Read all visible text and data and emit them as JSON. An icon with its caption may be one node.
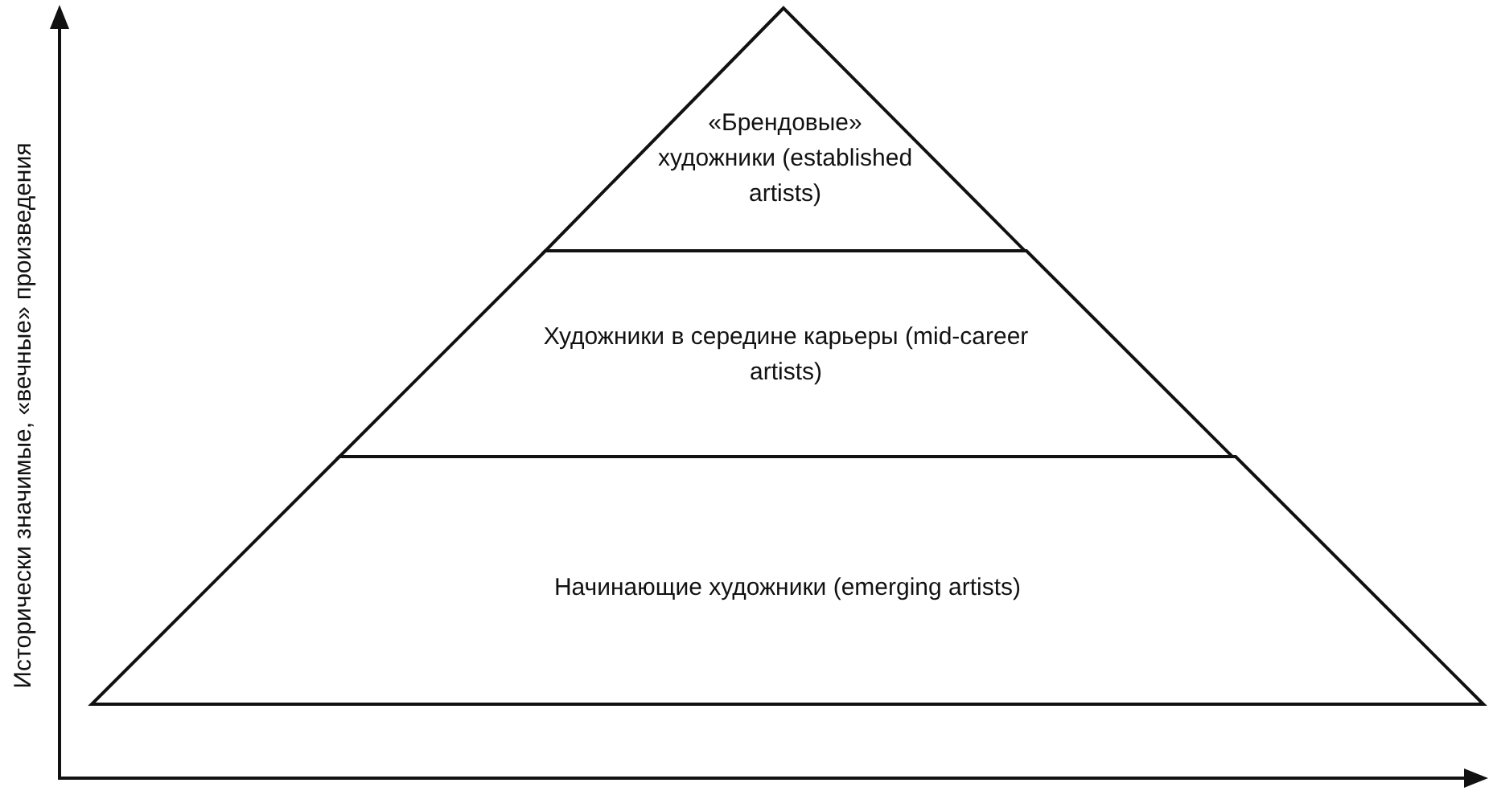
{
  "diagram": {
    "nodes": [
      {
        "text": [
          "«Брендовые» художники (established artists)"
        ]
      },
      {
        "text": [
          "Художники в середине карьеры (mid-career artists)"
        ]
      },
      {
        "text": [
          "Начинающие художники (emerging artists)"
        ]
      }
    ],
    "labels": [
      "Исторически значимые, «вечные» произведения"
    ]
  }
}
